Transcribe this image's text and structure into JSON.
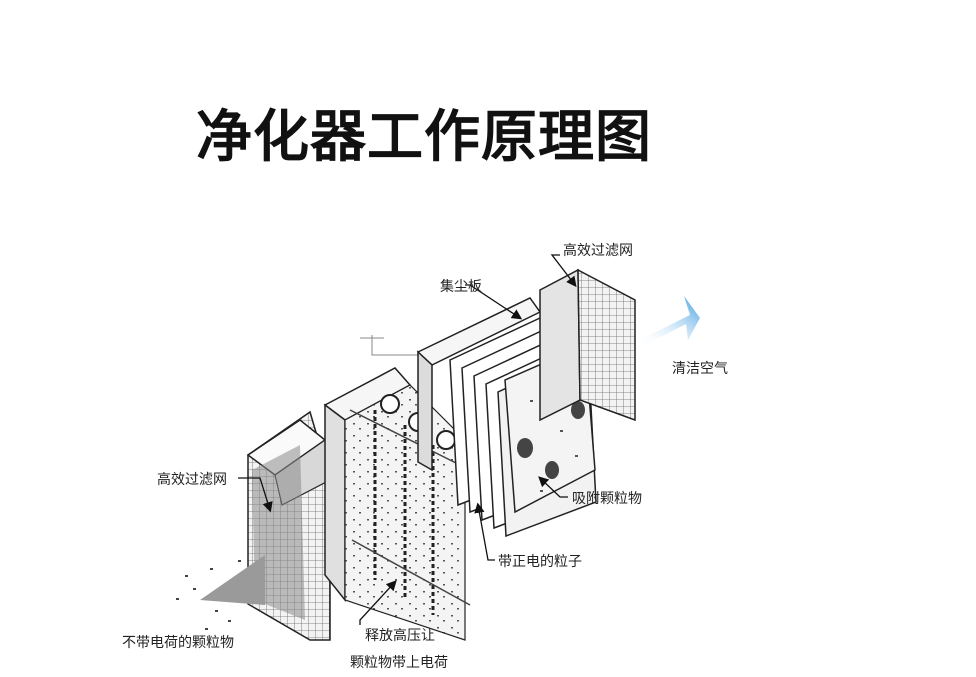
{
  "title": "净化器工作原理图",
  "labels": {
    "hepa_top": "高效过滤网",
    "collector": "集尘板",
    "clean_air": "清洁空气",
    "hepa_left": "高效过滤网",
    "adsorbed": "吸附颗粒物",
    "charged": "带正电的粒子",
    "uncharged": "不带电荷的颗粒物",
    "hv_line1": "释放高压让",
    "hv_line2": "颗粒物带上电荷"
  },
  "colors": {
    "outline": "#222222",
    "panel_fill": "#e8e8e8",
    "mesh": "#555555",
    "arrow_blue": "#4aa3df"
  }
}
